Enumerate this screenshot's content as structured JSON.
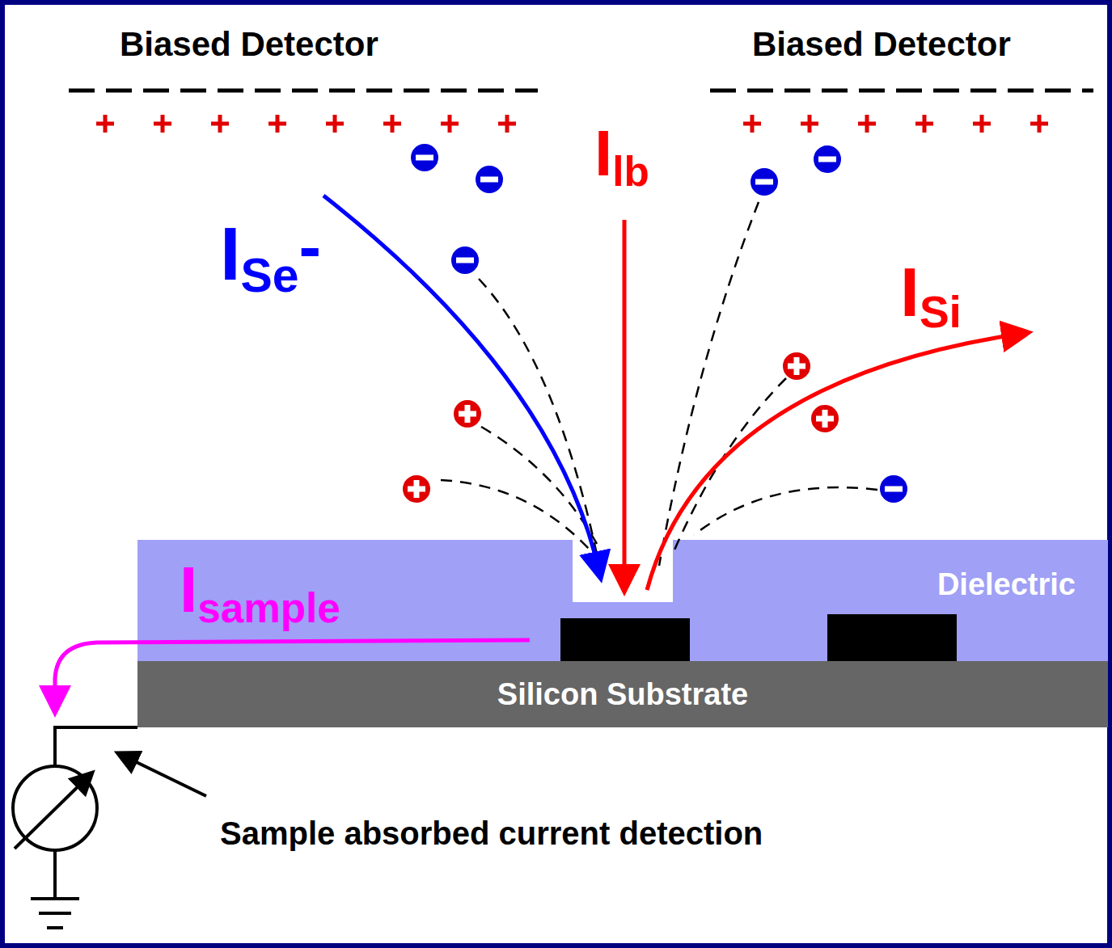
{
  "diagram": {
    "nodes": [
      {
        "text": [
          "Dielectric"
        ]
      },
      {
        "text": [
          "Silicon Substrate"
        ]
      }
    ],
    "edges": [],
    "labels": [
      "Biased Detector",
      "Biased Detector",
      "Ilb",
      "ISe-",
      "ISi",
      "Isample",
      "Sample absorbed current detection"
    ]
  }
}
